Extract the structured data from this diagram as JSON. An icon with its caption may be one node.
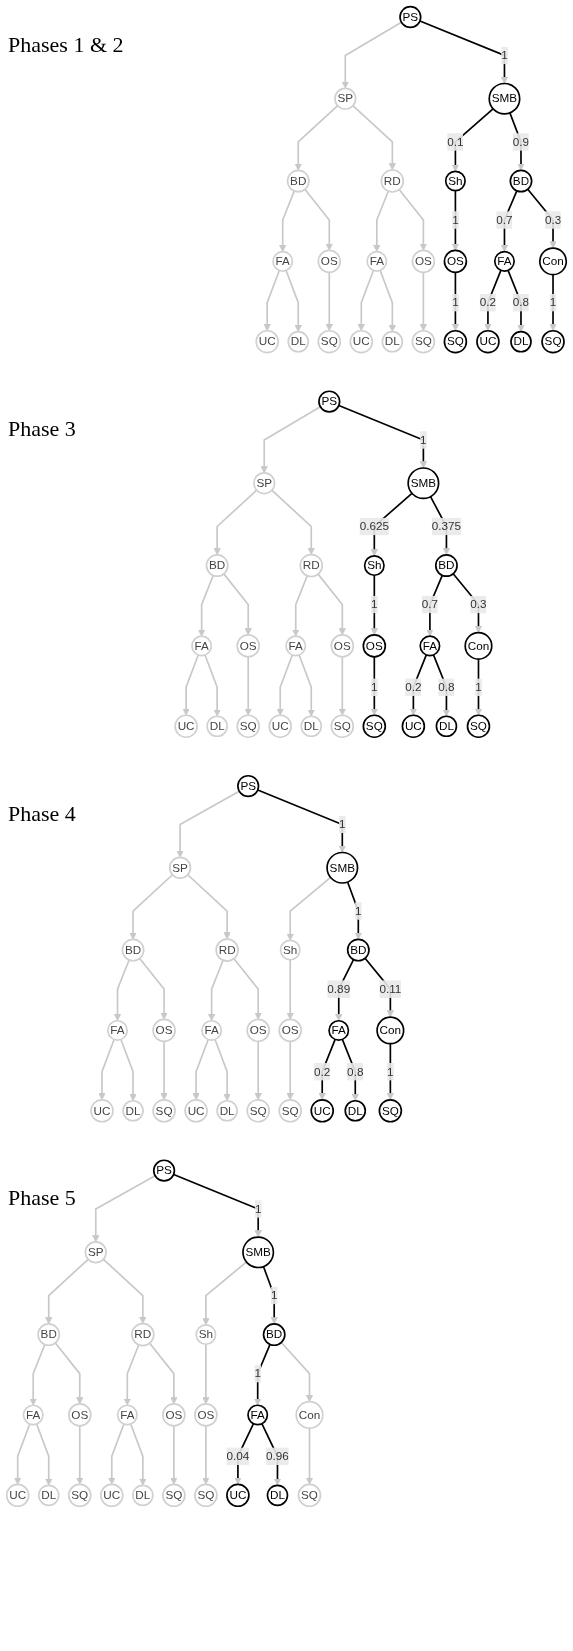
{
  "diagram": {
    "nodes": [
      {
        "text": [
          "PS"
        ]
      },
      {
        "text": [
          "SP"
        ]
      },
      {
        "text": [
          "SMB"
        ]
      },
      {
        "text": [
          "BD"
        ]
      },
      {
        "text": [
          "RD"
        ]
      },
      {
        "text": [
          "Sh"
        ]
      },
      {
        "text": [
          "BD"
        ]
      },
      {
        "text": [
          "FA"
        ]
      },
      {
        "text": [
          "OS"
        ]
      },
      {
        "text": [
          "FA"
        ]
      },
      {
        "text": [
          "OS"
        ]
      },
      {
        "text": [
          "OS"
        ]
      },
      {
        "text": [
          "FA"
        ]
      },
      {
        "text": [
          "Con"
        ]
      },
      {
        "text": [
          "UC"
        ]
      },
      {
        "text": [
          "DL"
        ]
      },
      {
        "text": [
          "SQ"
        ]
      },
      {
        "text": [
          "UC"
        ]
      },
      {
        "text": [
          "DL"
        ]
      },
      {
        "text": [
          "SQ"
        ]
      },
      {
        "text": [
          "SQ"
        ]
      },
      {
        "text": [
          "UC"
        ]
      },
      {
        "text": [
          "DL"
        ]
      },
      {
        "text": [
          "SQ"
        ]
      },
      {
        "text": [
          "PS"
        ]
      },
      {
        "text": [
          "SP"
        ]
      },
      {
        "text": [
          "SMB"
        ]
      },
      {
        "text": [
          "BD"
        ]
      },
      {
        "text": [
          "RD"
        ]
      },
      {
        "text": [
          "Sh"
        ]
      },
      {
        "text": [
          "BD"
        ]
      },
      {
        "text": [
          "FA"
        ]
      },
      {
        "text": [
          "OS"
        ]
      },
      {
        "text": [
          "FA"
        ]
      },
      {
        "text": [
          "OS"
        ]
      },
      {
        "text": [
          "OS"
        ]
      },
      {
        "text": [
          "FA"
        ]
      },
      {
        "text": [
          "Con"
        ]
      },
      {
        "text": [
          "UC"
        ]
      },
      {
        "text": [
          "DL"
        ]
      },
      {
        "text": [
          "SQ"
        ]
      },
      {
        "text": [
          "UC"
        ]
      },
      {
        "text": [
          "DL"
        ]
      },
      {
        "text": [
          "SQ"
        ]
      },
      {
        "text": [
          "SQ"
        ]
      },
      {
        "text": [
          "UC"
        ]
      },
      {
        "text": [
          "DL"
        ]
      },
      {
        "text": [
          "SQ"
        ]
      },
      {
        "text": [
          "PS"
        ]
      },
      {
        "text": [
          "SP"
        ]
      },
      {
        "text": [
          "SMB"
        ]
      },
      {
        "text": [
          "BD"
        ]
      },
      {
        "text": [
          "RD"
        ]
      },
      {
        "text": [
          "Sh"
        ]
      },
      {
        "text": [
          "BD"
        ]
      },
      {
        "text": [
          "FA"
        ]
      },
      {
        "text": [
          "OS"
        ]
      },
      {
        "text": [
          "FA"
        ]
      },
      {
        "text": [
          "OS"
        ]
      },
      {
        "text": [
          "OS"
        ]
      },
      {
        "text": [
          "FA"
        ]
      },
      {
        "text": [
          "Con"
        ]
      },
      {
        "text": [
          "UC"
        ]
      },
      {
        "text": [
          "DL"
        ]
      },
      {
        "text": [
          "SQ"
        ]
      },
      {
        "text": [
          "UC"
        ]
      },
      {
        "text": [
          "DL"
        ]
      },
      {
        "text": [
          "SQ"
        ]
      },
      {
        "text": [
          "SQ"
        ]
      },
      {
        "text": [
          "UC"
        ]
      },
      {
        "text": [
          "DL"
        ]
      },
      {
        "text": [
          "SQ"
        ]
      },
      {
        "text": [
          "PS"
        ]
      },
      {
        "text": [
          "SP"
        ]
      },
      {
        "text": [
          "SMB"
        ]
      },
      {
        "text": [
          "BD"
        ]
      },
      {
        "text": [
          "RD"
        ]
      },
      {
        "text": [
          "Sh"
        ]
      },
      {
        "text": [
          "BD"
        ]
      },
      {
        "text": [
          "FA"
        ]
      },
      {
        "text": [
          "OS"
        ]
      },
      {
        "text": [
          "FA"
        ]
      },
      {
        "text": [
          "OS"
        ]
      },
      {
        "text": [
          "OS"
        ]
      },
      {
        "text": [
          "FA"
        ]
      },
      {
        "text": [
          "Con"
        ]
      },
      {
        "text": [
          "UC"
        ]
      },
      {
        "text": [
          "DL"
        ]
      },
      {
        "text": [
          "SQ"
        ]
      },
      {
        "text": [
          "UC"
        ]
      },
      {
        "text": [
          "DL"
        ]
      },
      {
        "text": [
          "SQ"
        ]
      },
      {
        "text": [
          "SQ"
        ]
      },
      {
        "text": [
          "UC"
        ]
      },
      {
        "text": [
          "DL"
        ]
      },
      {
        "text": [
          "SQ"
        ]
      }
    ],
    "edges": [
      {
        "from": 0,
        "to": 1,
        "arrow": "to"
      },
      {
        "from": 0,
        "to": 2,
        "arrow": "to",
        "label": "1",
        "color": "#000000"
      },
      {
        "from": 1,
        "to": 3,
        "arrow": "to"
      },
      {
        "from": 1,
        "to": 4,
        "arrow": "to"
      },
      {
        "from": 2,
        "to": 5,
        "arrow": "to",
        "label": "0.1",
        "color": "#000000"
      },
      {
        "from": 2,
        "to": 6,
        "arrow": "to",
        "label": "0.9",
        "color": "#000000"
      },
      {
        "from": 3,
        "to": 7,
        "arrow": "to"
      },
      {
        "from": 3,
        "to": 8,
        "arrow": "to"
      },
      {
        "from": 4,
        "to": 9,
        "arrow": "to"
      },
      {
        "from": 4,
        "to": 10,
        "arrow": "to"
      },
      {
        "from": 5,
        "to": 11,
        "arrow": "to",
        "label": "1",
        "color": "#000000"
      },
      {
        "from": 6,
        "to": 12,
        "arrow": "to",
        "label": "0.7",
        "color": "#000000"
      },
      {
        "from": 6,
        "to": 13,
        "arrow": "to",
        "label": "0.3",
        "color": "#000000"
      },
      {
        "from": 7,
        "to": 14,
        "arrow": "to"
      },
      {
        "from": 7,
        "to": 15,
        "arrow": "to"
      },
      {
        "from": 8,
        "to": 16,
        "arrow": "to"
      },
      {
        "from": 9,
        "to": 17,
        "arrow": "to"
      },
      {
        "from": 9,
        "to": 18,
        "arrow": "to"
      },
      {
        "from": 10,
        "to": 19,
        "arrow": "to"
      },
      {
        "from": 11,
        "to": 20,
        "arrow": "to",
        "label": "1",
        "color": "#000000"
      },
      {
        "from": 12,
        "to": 21,
        "arrow": "to",
        "label": "0.2",
        "color": "#000000"
      },
      {
        "from": 12,
        "to": 22,
        "arrow": "to",
        "label": "0.8",
        "color": "#000000"
      },
      {
        "from": 13,
        "to": 23,
        "arrow": "to",
        "label": "1",
        "color": "#000000"
      },
      {
        "from": 24,
        "to": 25,
        "arrow": "to"
      },
      {
        "from": 24,
        "to": 26,
        "arrow": "to",
        "label": "1",
        "color": "#000000"
      },
      {
        "from": 25,
        "to": 27,
        "arrow": "to"
      },
      {
        "from": 25,
        "to": 28,
        "arrow": "to"
      },
      {
        "from": 26,
        "to": 29,
        "arrow": "to",
        "label": "0.625",
        "color": "#000000"
      },
      {
        "from": 26,
        "to": 30,
        "arrow": "to",
        "label": "0.375",
        "color": "#000000"
      },
      {
        "from": 27,
        "to": 31,
        "arrow": "to"
      },
      {
        "from": 27,
        "to": 32,
        "arrow": "to"
      },
      {
        "from": 28,
        "to": 33,
        "arrow": "to"
      },
      {
        "from": 28,
        "to": 34,
        "arrow": "to"
      },
      {
        "from": 29,
        "to": 35,
        "arrow": "to",
        "label": "1",
        "color": "#000000"
      },
      {
        "from": 30,
        "to": 36,
        "arrow": "to",
        "label": "0.7",
        "color": "#000000"
      },
      {
        "from": 30,
        "to": 37,
        "arrow": "to",
        "label": "0.3",
        "color": "#000000"
      },
      {
        "from": 31,
        "to": 38,
        "arrow": "to"
      },
      {
        "from": 31,
        "to": 39,
        "arrow": "to"
      },
      {
        "from": 32,
        "to": 40,
        "arrow": "to"
      },
      {
        "from": 33,
        "to": 41,
        "arrow": "to"
      },
      {
        "from": 33,
        "to": 42,
        "arrow": "to"
      },
      {
        "from": 34,
        "to": 43,
        "arrow": "to"
      },
      {
        "from": 35,
        "to": 44,
        "arrow": "to",
        "label": "1",
        "color": "#000000"
      },
      {
        "from": 36,
        "to": 45,
        "arrow": "to",
        "label": "0.2",
        "color": "#000000"
      },
      {
        "from": 36,
        "to": 46,
        "arrow": "to",
        "label": "0.8",
        "color": "#000000"
      },
      {
        "from": 37,
        "to": 47,
        "arrow": "to",
        "label": "1",
        "color": "#000000"
      },
      {
        "from": 48,
        "to": 49,
        "arrow": "to"
      },
      {
        "from": 48,
        "to": 50,
        "arrow": "to",
        "label": "1",
        "color": "#000000"
      },
      {
        "from": 49,
        "to": 51,
        "arrow": "to"
      },
      {
        "from": 49,
        "to": 52,
        "arrow": "to"
      },
      {
        "from": 50,
        "to": 53,
        "arrow": "to"
      },
      {
        "from": 50,
        "to": 54,
        "arrow": "to",
        "label": "1",
        "color": "#000000"
      },
      {
        "from": 51,
        "to": 55,
        "arrow": "to"
      },
      {
        "from": 51,
        "to": 56,
        "arrow": "to"
      },
      {
        "from": 52,
        "to": 57,
        "arrow": "to"
      },
      {
        "from": 52,
        "to": 58,
        "arrow": "to"
      },
      {
        "from": 53,
        "to": 59,
        "arrow": "to"
      },
      {
        "from": 54,
        "to": 60,
        "arrow": "to",
        "label": "0.89",
        "color": "#000000"
      },
      {
        "from": 54,
        "to": 61,
        "arrow": "to",
        "label": "0.11",
        "color": "#000000"
      },
      {
        "from": 55,
        "to": 62,
        "arrow": "to"
      },
      {
        "from": 55,
        "to": 63,
        "arrow": "to"
      },
      {
        "from": 56,
        "to": 64,
        "arrow": "to"
      },
      {
        "from": 57,
        "to": 65,
        "arrow": "to"
      },
      {
        "from": 57,
        "to": 66,
        "arrow": "to"
      },
      {
        "from": 58,
        "to": 67,
        "arrow": "to"
      },
      {
        "from": 59,
        "to": 68,
        "arrow": "to"
      },
      {
        "from": 60,
        "to": 69,
        "arrow": "to",
        "label": "0.2",
        "color": "#000000"
      },
      {
        "from": 60,
        "to": 70,
        "arrow": "to",
        "label": "0.8",
        "color": "#000000"
      },
      {
        "from": 61,
        "to": 71,
        "arrow": "to",
        "label": "1",
        "color": "#000000"
      },
      {
        "from": 72,
        "to": 73,
        "arrow": "to"
      },
      {
        "from": 72,
        "to": 74,
        "arrow": "to",
        "label": "1",
        "color": "#000000"
      },
      {
        "from": 73,
        "to": 75,
        "arrow": "to"
      },
      {
        "from": 73,
        "to": 76,
        "arrow": "to"
      },
      {
        "from": 74,
        "to": 77,
        "arrow": "to"
      },
      {
        "from": 74,
        "to": 78,
        "arrow": "to",
        "label": "1",
        "color": "#000000"
      },
      {
        "from": 75,
        "to": 79,
        "arrow": "to"
      },
      {
        "from": 75,
        "to": 80,
        "arrow": "to"
      },
      {
        "from": 76,
        "to": 81,
        "arrow": "to"
      },
      {
        "from": 76,
        "to": 82,
        "arrow": "to"
      },
      {
        "from": 77,
        "to": 83,
        "arrow": "to"
      },
      {
        "from": 78,
        "to": 84,
        "arrow": "to",
        "label": "1",
        "color": "#000000"
      },
      {
        "from": 78,
        "to": 85,
        "arrow": "to"
      },
      {
        "from": 79,
        "to": 86,
        "arrow": "to"
      },
      {
        "from": 79,
        "to": 87,
        "arrow": "to"
      },
      {
        "from": 80,
        "to": 88,
        "arrow": "to"
      },
      {
        "from": 81,
        "to": 89,
        "arrow": "to"
      },
      {
        "from": 81,
        "to": 90,
        "arrow": "to"
      },
      {
        "from": 82,
        "to": 91,
        "arrow": "to"
      },
      {
        "from": 83,
        "to": 92,
        "arrow": "to"
      },
      {
        "from": 84,
        "to": 93,
        "arrow": "to",
        "label": "0.04",
        "color": "#000000"
      },
      {
        "from": 84,
        "to": 94,
        "arrow": "to",
        "label": "0.96",
        "color": "#000000"
      },
      {
        "from": 85,
        "to": 95,
        "arrow": "to"
      }
    ],
    "labels": [
      "Phases 1 & 2",
      "Phase 3",
      "Phase 4",
      "Phase 5"
    ]
  }
}
